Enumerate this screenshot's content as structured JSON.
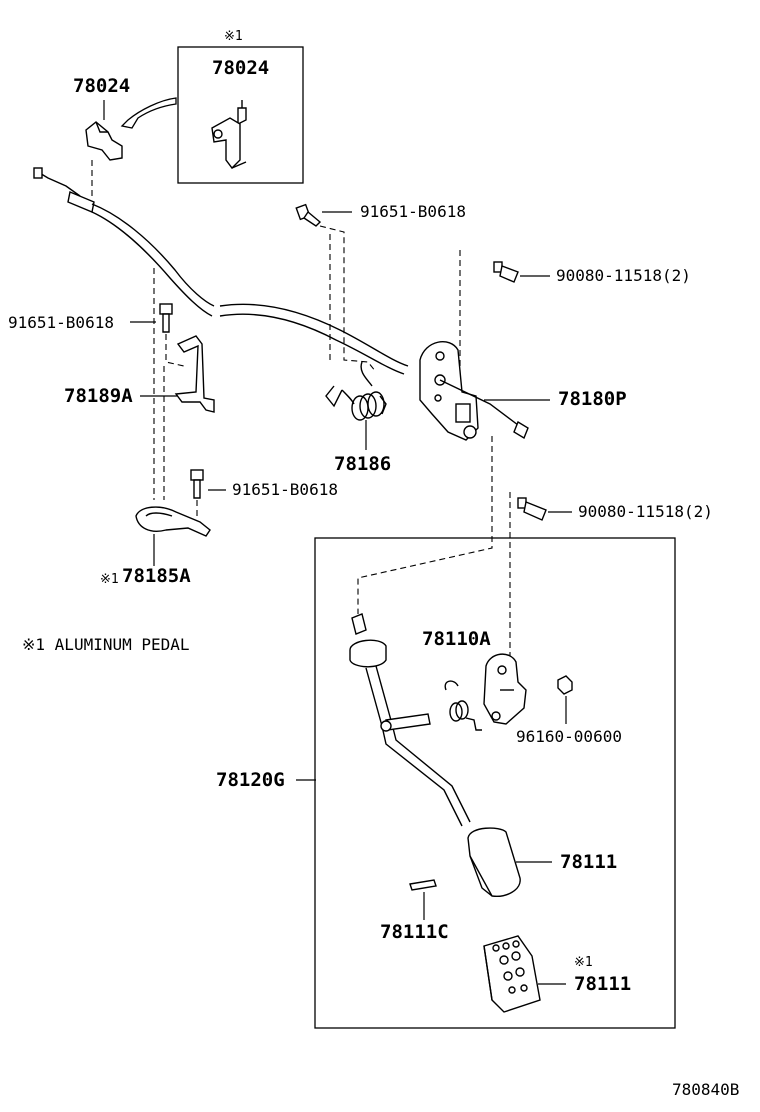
{
  "diagram_code": "780840B",
  "note": "※1 ALUMINUM PEDAL",
  "inset_marker": "※1",
  "labels": {
    "p78024_main": "78024",
    "p78024_inset": "78024",
    "bolt_top": "91651-B0618",
    "bolt_left": "91651-B0618",
    "bolt_mid": "91651-B0618",
    "bolt_right_top": "90080-11518(2)",
    "bolt_right_mid": "90080-11518(2)",
    "p78189A": "78189A",
    "p78186": "78186",
    "p78180P": "78180P",
    "p78185A": "78185A",
    "p78185A_marker": "※1",
    "p78110A": "78110A",
    "p96160": "96160-00600",
    "p78120G": "78120G",
    "p78111_a": "78111",
    "p78111C": "78111C",
    "p78111_b": "78111",
    "p78111_b_marker": "※1"
  }
}
